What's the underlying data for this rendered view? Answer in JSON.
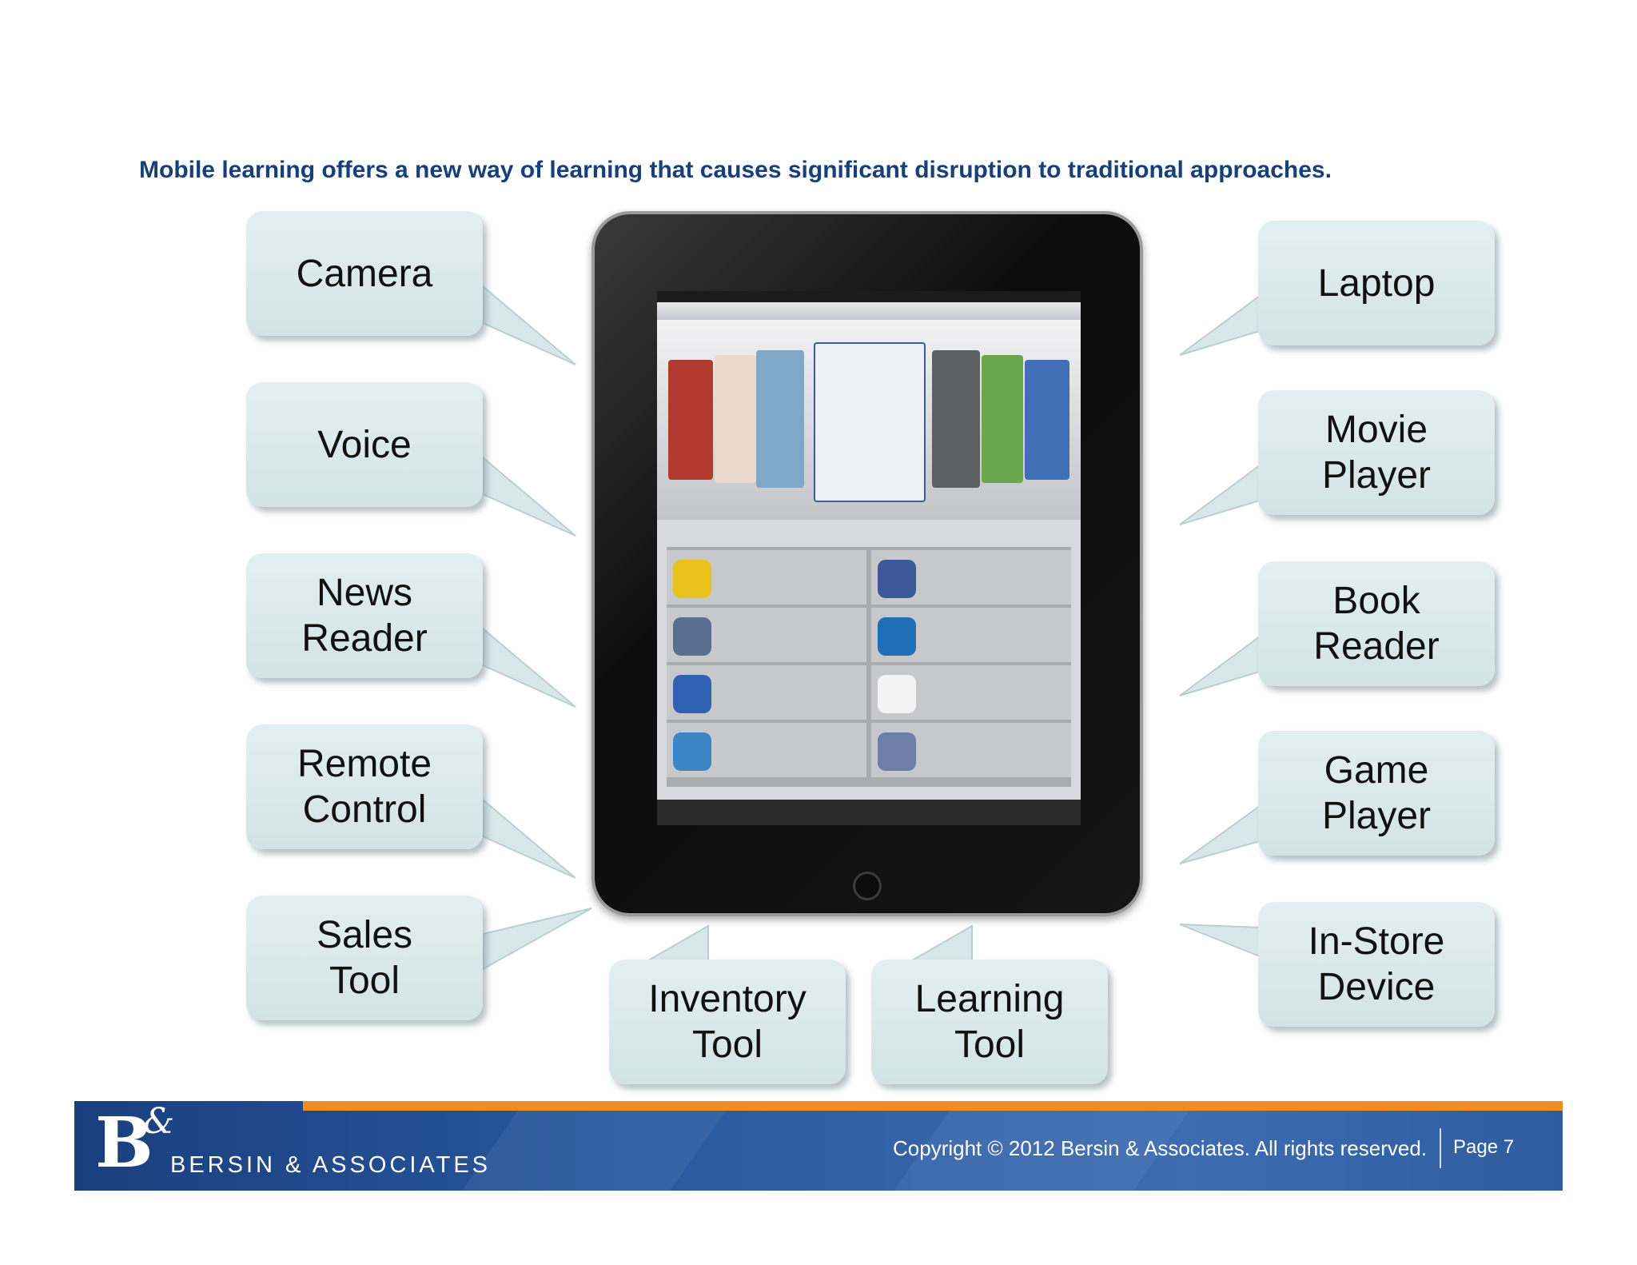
{
  "slide": {
    "headline": "Mobile learning offers a new way of learning that causes significant disruption to traditional approaches."
  },
  "callouts": {
    "left": [
      "Camera",
      "Voice",
      "News\nReader",
      "Remote\nControl",
      "Sales\nTool"
    ],
    "right": [
      "Laptop",
      "Movie\nPlayer",
      "Book\nReader",
      "Game\nPlayer",
      "In-Store\nDevice"
    ],
    "bottom": [
      "Inventory\nTool",
      "Learning\nTool"
    ]
  },
  "footer": {
    "logo_letter": "B",
    "logo_amp": "&",
    "logo_name": "BERSIN & ASSOCIATES",
    "copyright": "Copyright © 2012 Bersin & Associates. All rights reserved.",
    "page": "Page 7"
  },
  "colors": {
    "headline": "#173f7a",
    "callout_fill": "#dcebed",
    "footer_blue": "#2b5aa0",
    "footer_orange": "#ee8e1c"
  }
}
